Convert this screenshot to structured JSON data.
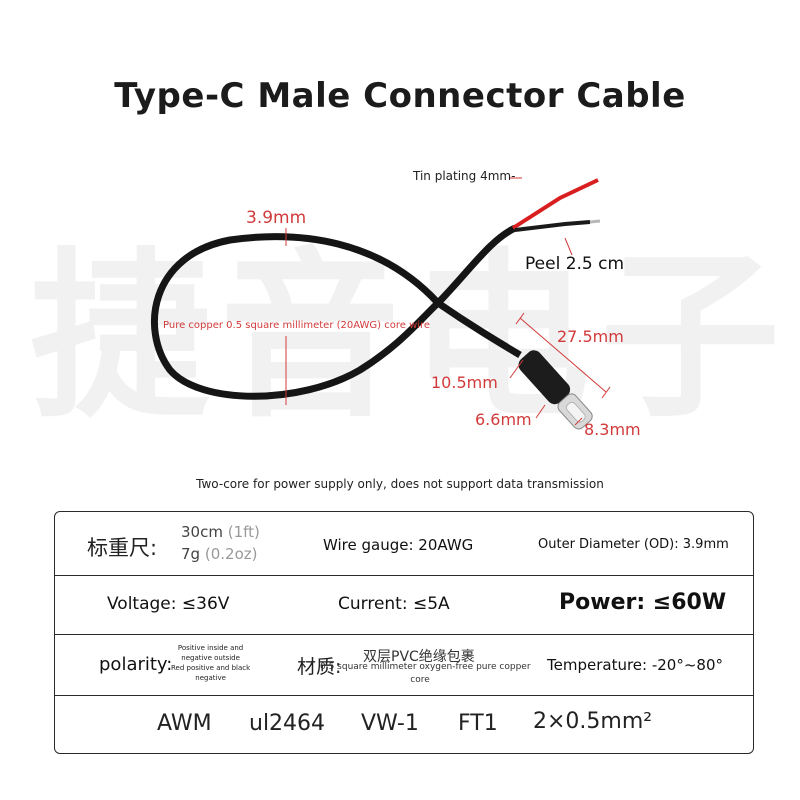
{
  "title": "Type-C Male Connector Cable",
  "watermark": "捷音电子",
  "diagram": {
    "tin_plating": "Tin plating 4mm-",
    "diameter": "3.9mm",
    "peel": "Peel 2.5 cm",
    "core_wire": "Pure copper 0.5 square millimeter (20AWG) core wire",
    "length_plug": "27.5mm",
    "head_width": "10.5mm",
    "head_thickness": "6.6mm",
    "plug_width": "8.3mm"
  },
  "note": "Two-core for power supply only, does not support data transmission",
  "specs": {
    "weight_label": "标重尺:",
    "length_cm": "30cm",
    "length_ft": "(1ft)",
    "weight_g": "7g",
    "weight_oz": "(0.2oz)",
    "wire_gauge": "Wire gauge: 20AWG",
    "outer_diameter": "Outer Diameter (OD): 3.9mm",
    "voltage": "Voltage: ≤36V",
    "current": "Current: ≤5A",
    "power": "Power: ≤60W",
    "polarity_label": "polarity:",
    "polarity_line1": "Positive inside and",
    "polarity_line2": "negative outside",
    "polarity_line3": "Red positive and black",
    "polarity_line4": "negative",
    "material_label": "材质:",
    "material_cn": "双层PVC绝缘包裹",
    "material_line1": "0.5 square millimeter oxygen-free pure copper",
    "material_line2": "core",
    "temperature": "Temperature: -20°~80°",
    "awm": "AWM",
    "ul": "ul2464",
    "vw": "VW-1",
    "ft": "FT1",
    "size": "2×0.5mm²"
  }
}
